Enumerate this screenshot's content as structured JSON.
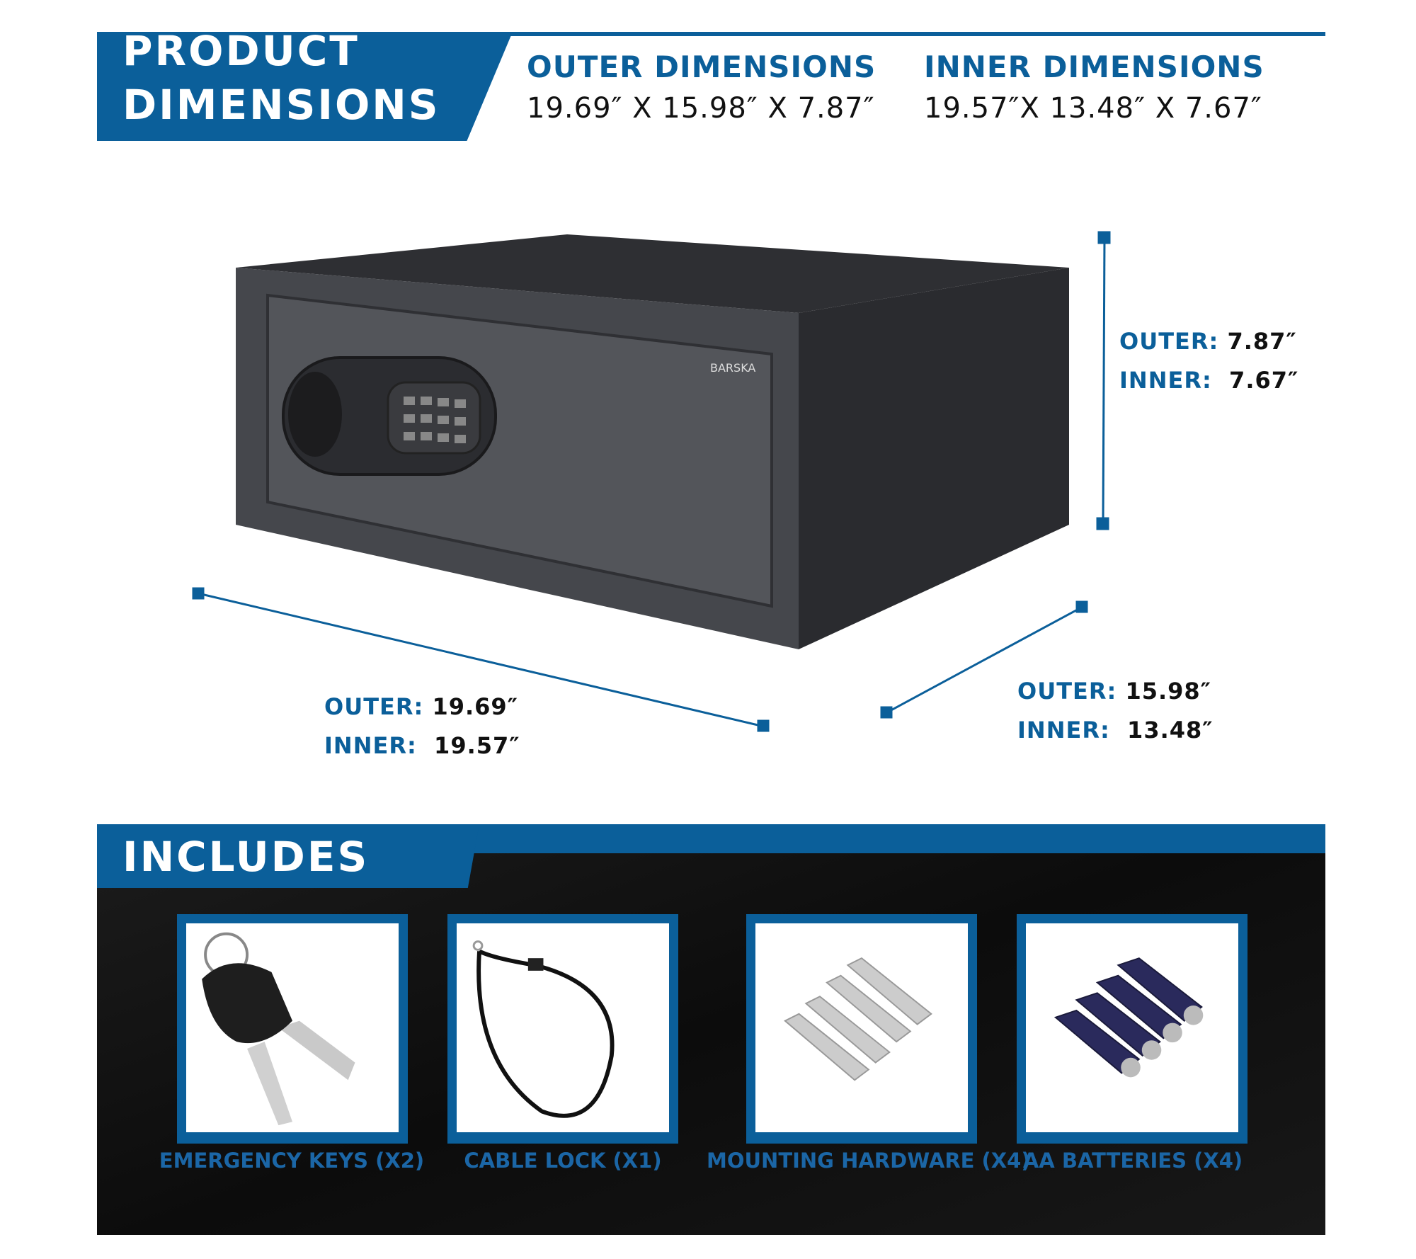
{
  "header": {
    "title_line1": "PRODUCT",
    "title_line2": "DIMENSIONS",
    "outer_heading": "OUTER DIMENSIONS",
    "outer_value": "19.69″ X 15.98″ X 7.87″",
    "inner_heading": "INNER DIMENSIONS",
    "inner_value": "19.57″X 13.48″ X 7.67″"
  },
  "product": {
    "brand": "BARSKA"
  },
  "labels": {
    "height": {
      "outer_label": "OUTER:",
      "outer": "7.87″",
      "inner_label": "INNER:",
      "inner": "7.67″"
    },
    "width": {
      "outer_label": "OUTER:",
      "outer": "19.69″",
      "inner_label": "INNER:",
      "inner": "19.57″"
    },
    "depth": {
      "outer_label": "OUTER:",
      "outer": "15.98″",
      "inner_label": "INNER:",
      "inner": "13.48″"
    }
  },
  "includes": {
    "title": "INCLUDES",
    "items": [
      {
        "label": "EMERGENCY KEYS (X2)",
        "icon": "keys"
      },
      {
        "label": "CABLE LOCK (X1)",
        "icon": "cable"
      },
      {
        "label": "MOUNTING HARDWARE (X4)",
        "icon": "bolts"
      },
      {
        "label": "AA BATTERIES (X4)",
        "icon": "batteries"
      }
    ]
  },
  "colors": {
    "accent": "#0b5f9a"
  }
}
